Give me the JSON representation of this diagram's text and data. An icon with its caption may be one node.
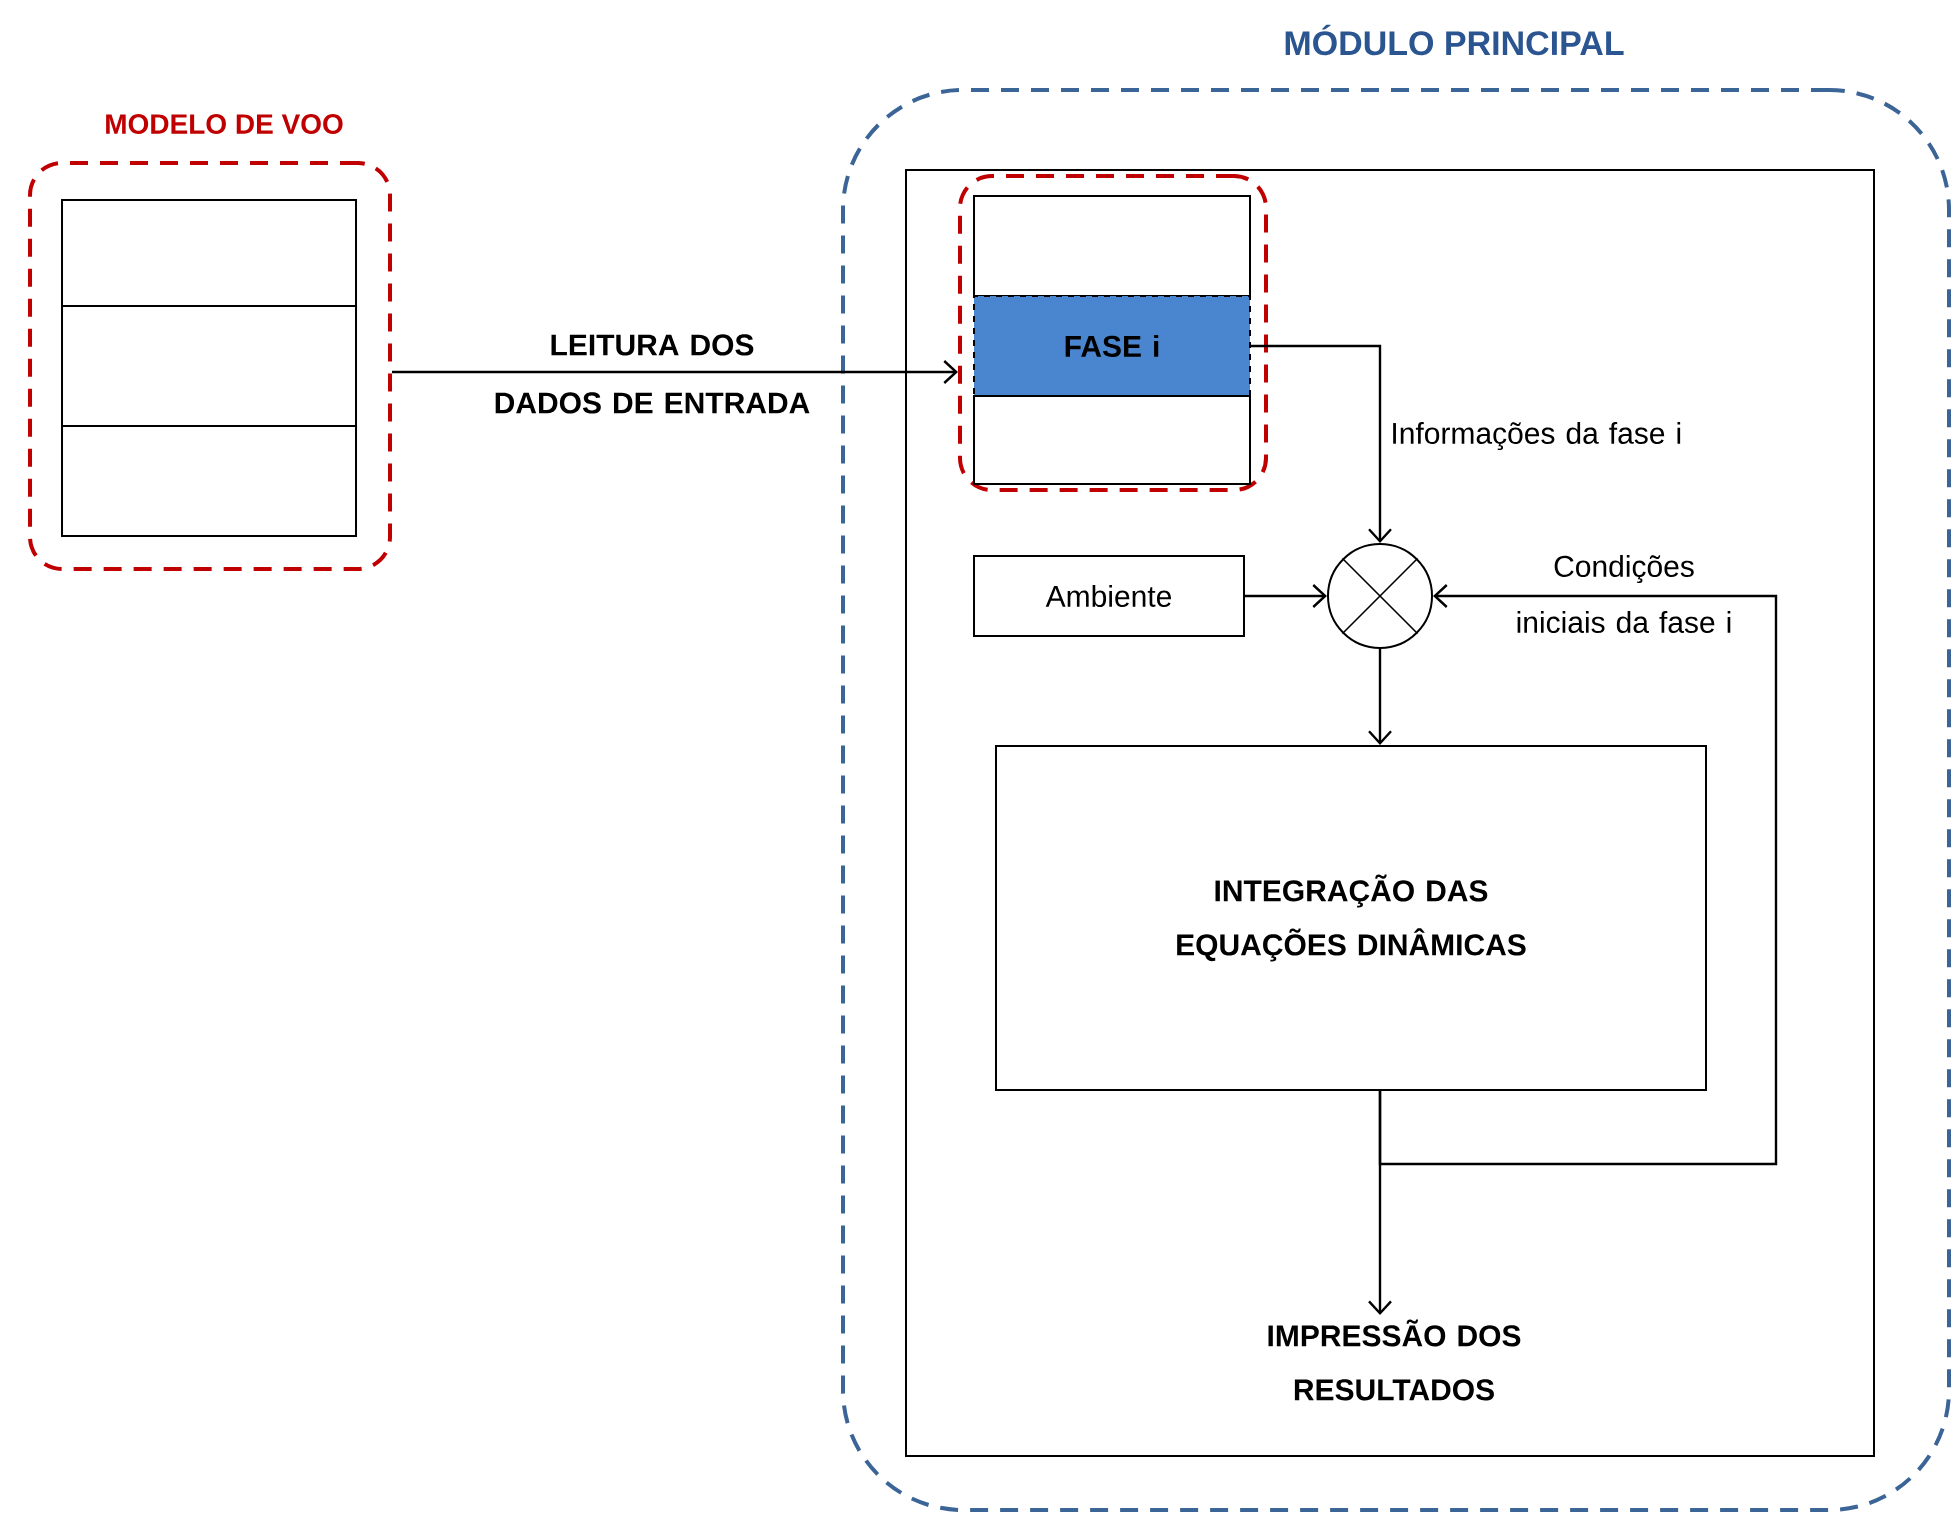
{
  "diagram": {
    "nodes": [
      {
        "text": [
          "MODELO DE VOO"
        ]
      },
      {
        "text": [],
        "shape": "box",
        "in": 0
      },
      {
        "text": [],
        "shape": "box",
        "in": 0
      },
      {
        "text": [],
        "shape": "box",
        "in": 0
      },
      {
        "text": [
          "MÓDULO PRINCIPAL"
        ]
      },
      {
        "text": [],
        "shape": "box",
        "in": 4
      },
      {
        "text": [],
        "shape": "box",
        "in": 5
      },
      {
        "text": [],
        "shape": "box",
        "in": 6
      },
      {
        "text": [
          "FASE i"
        ],
        "in": 6
      },
      {
        "text": [],
        "shape": "box",
        "in": 6
      },
      {
        "text": [
          "Ambiente"
        ],
        "in": 5
      },
      {
        "text": [],
        "shape": "circle",
        "in": 5
      },
      {
        "text": [
          "INTEGRAÇÃO DAS EQUAÇÕES DINÂMICAS"
        ],
        "in": 5
      },
      {
        "text": [
          "IMPRESSÃO DOS RESULTADOS"
        ],
        "in": 5
      }
    ],
    "edges": [
      {
        "from": 0,
        "to": 6,
        "arrow": "to",
        "label": "LEITURA DOS DADOS DE ENTRADA"
      },
      {
        "from": 8,
        "to": 11,
        "arrow": "to",
        "label": "Informações da fase i"
      },
      {
        "from": 10,
        "to": 11,
        "arrow": "to"
      },
      {
        "from": 11,
        "to": 12,
        "arrow": "to"
      },
      {
        "from": 12,
        "to": 13,
        "arrow": "to"
      },
      {
        "from": 12,
        "to": 11,
        "arrow": "to",
        "label": "Condições iniciais da fase i"
      }
    ]
  }
}
